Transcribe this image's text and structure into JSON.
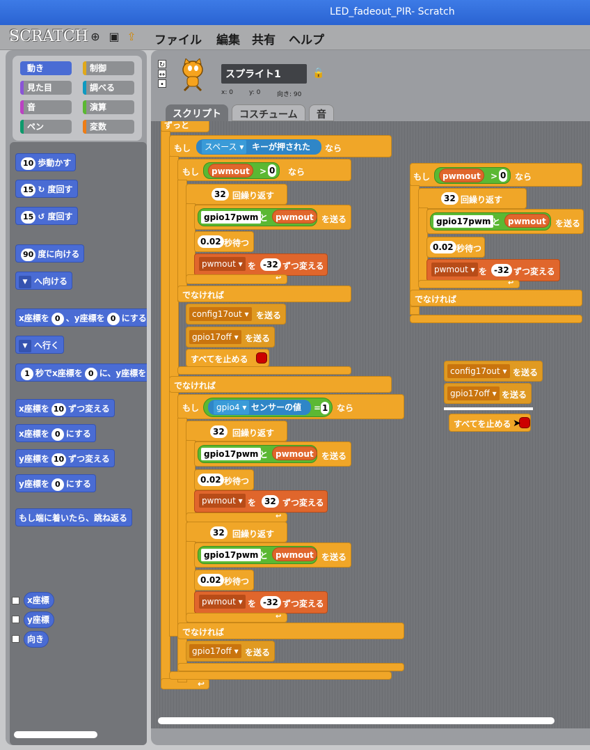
{
  "window": {
    "title": "LED_fadeout_PIR- Scratch"
  },
  "menu": {
    "logo": "SCRATCH",
    "file": "ファイル",
    "edit": "編集",
    "share": "共有",
    "help": "ヘルプ"
  },
  "categories": [
    {
      "label": "動き",
      "color": "#4a6cd4",
      "active": true
    },
    {
      "label": "制御",
      "color": "#e1a91a"
    },
    {
      "label": "見た目",
      "color": "#8a55d7"
    },
    {
      "label": "調べる",
      "color": "#0e9ac1"
    },
    {
      "label": "音",
      "color": "#bb42c3"
    },
    {
      "label": "演算",
      "color": "#5bb833"
    },
    {
      "label": "ペン",
      "color": "#0e9a6c"
    },
    {
      "label": "変数",
      "color": "#ee7d16"
    }
  ],
  "palette": {
    "move": {
      "num": "10",
      "text": "歩動かす"
    },
    "turn_cw": {
      "num": "15",
      "text": "度回す"
    },
    "turn_ccw": {
      "num": "15",
      "text": "度回す"
    },
    "point_dir": {
      "num": "90",
      "text": "度に向ける"
    },
    "point_towards": {
      "text": "へ向ける"
    },
    "goto_xy": {
      "t1": "x座標を",
      "n1": "0",
      "t2": "、y座標を",
      "n2": "0",
      "t3": "にする"
    },
    "goto": {
      "text": "へ行く"
    },
    "glide": {
      "n1": "1",
      "t1": "秒でx座標を",
      "n2": "0",
      "t2": "に、y座標を"
    },
    "change_x": {
      "t1": "x座標を",
      "n": "10",
      "t2": "ずつ変える"
    },
    "set_x": {
      "t1": "x座標を",
      "n": "0",
      "t2": "にする"
    },
    "change_y": {
      "t1": "y座標を",
      "n": "10",
      "t2": "ずつ変える"
    },
    "set_y": {
      "t1": "y座標を",
      "n": "0",
      "t2": "にする"
    },
    "bounce": {
      "text": "もし端に着いたら、跳ね返る"
    },
    "x_pos": "x座標",
    "y_pos": "y座標",
    "direction": "向き"
  },
  "sprite": {
    "name": "スプライト1",
    "x_label": "x: 0",
    "y_label": "y: 0",
    "dir_label": "向き: 90"
  },
  "tabs": {
    "scripts": "スクリプト",
    "costumes": "コスチューム",
    "sounds": "音"
  },
  "script": {
    "forever": "ずっと",
    "if": "もし",
    "then": "なら",
    "else": "でなければ",
    "space_key": "スペース",
    "key_pressed": "キーが押された",
    "pwmout": "pwmout",
    "gt": ">",
    "zero": "0",
    "repeat_num": "32",
    "repeat": "回繰り返す",
    "gpio17pwm": "gpio17pwm",
    "and": "と",
    "send": "を送る",
    "wait_num": "0.02",
    "wait": "秒待つ",
    "by": "を",
    "neg32": "-32",
    "pos32": "32",
    "change_by": "ずつ変える",
    "config17out": "config17out",
    "gpio17off": "gpio17off",
    "stop_all": "すべてを止める",
    "gpio4": "gpio4",
    "sensor_value": "センサーの値",
    "eq": "=",
    "one": "1"
  }
}
